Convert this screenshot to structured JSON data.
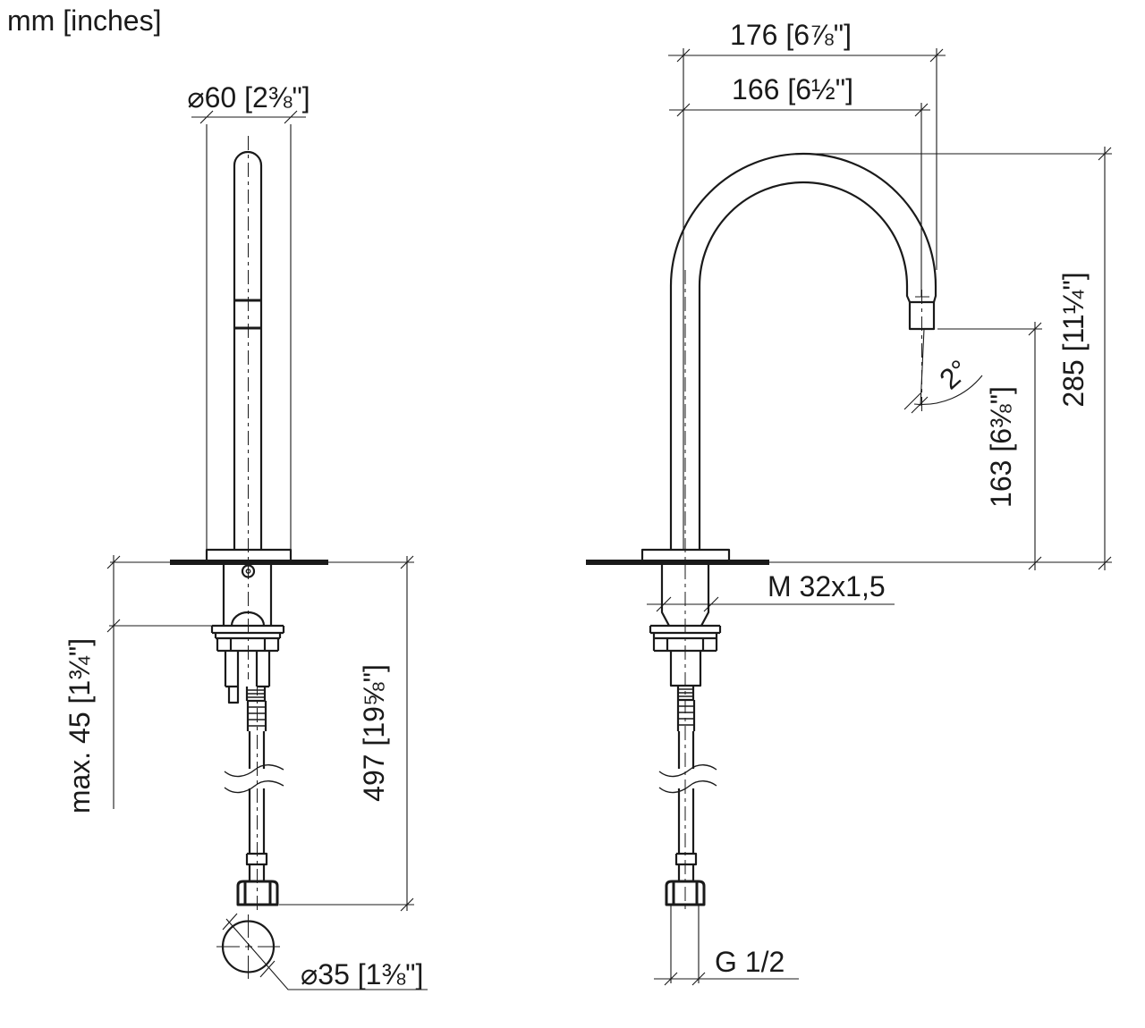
{
  "units_label": "mm [inches]",
  "front_view": {
    "spout_diameter": "⌀60 [2⅜\"]",
    "max_counter_thickness": "max. 45 [1¾\"]",
    "hose_length": "497 [19⅝\"]",
    "hole_diameter": "⌀35 [1⅜\"]"
  },
  "side_view": {
    "projection_overall": "176 [6⅞\"]",
    "projection_to_outlet": "166 [6½\"]",
    "height_overall": "285 [11¼\"]",
    "height_to_outlet": "163 [6⅜\"]",
    "outlet_angle": "2°",
    "mounting_thread": "M 32x1,5",
    "connection_thread": "G 1/2"
  },
  "colors": {
    "line": "#1a1a1a",
    "background": "#ffffff"
  }
}
